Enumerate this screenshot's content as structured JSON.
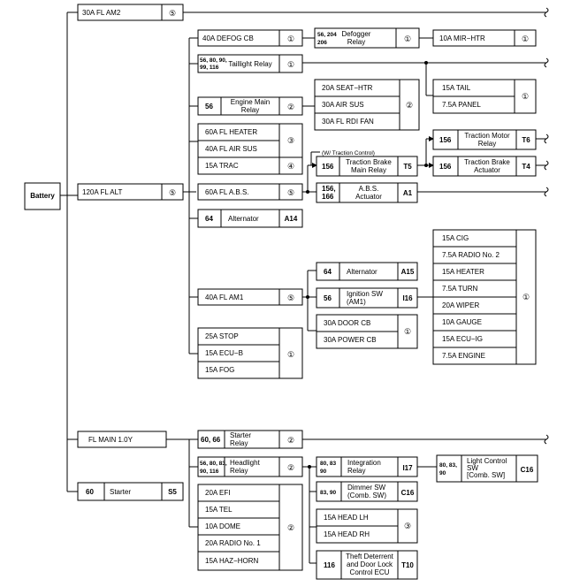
{
  "colors": {
    "line": "#000000",
    "background": "#ffffff"
  },
  "battery": "Battery",
  "am2": {
    "fuse": "30A FL AM2",
    "num": "⑤"
  },
  "defog": {
    "fuse": "40A DEFOG CB",
    "num": "①",
    "relay_code_1": "56, 204",
    "relay_code_2": "206",
    "relay_1": "Defogger",
    "relay_2": "Relay",
    "relay_num": "①",
    "mir": "10A MIR−HTR",
    "mir_num": "①"
  },
  "taillight": {
    "code_1": "56, 80, 90,",
    "code_2": "99, 116",
    "label": "Taillight Relay",
    "num": "①",
    "tail": "15A TAIL",
    "panel": "7.5A PANEL",
    "group_num": "①"
  },
  "engine_main": {
    "code": "56",
    "label_1": "Engine Main",
    "label_2": "Relay",
    "num": "②",
    "seat": "20A SEAT−HTR",
    "airsus": "30A AIR SUS",
    "rdi": "30A FL RDI FAN",
    "group_num": "②"
  },
  "heater_group": {
    "heater": "60A FL HEATER",
    "airsus": "40A FL AIR SUS",
    "num_3": "③",
    "trac": "15A TRAC",
    "num_4": "④"
  },
  "traction": {
    "note": "(W/ Traction Control)",
    "code": "156",
    "label_1": "Traction Brake",
    "label_2": "Main Relay",
    "conn": "T5",
    "motor_code": "156",
    "motor_1": "Traction Motor",
    "motor_2": "Relay",
    "motor_conn": "T6",
    "act_code": "156",
    "act_1": "Traction Brake",
    "act_2": "Actuator",
    "act_conn": "T4"
  },
  "alt": {
    "fuse": "120A FL ALT",
    "num": "⑤"
  },
  "abs": {
    "fuse": "60A FL A.B.S.",
    "num": "⑤",
    "code_1": "156,",
    "code_2": "166",
    "label_1": "A.B.S.",
    "label_2": "Actuator",
    "conn": "A1"
  },
  "alternator": {
    "code": "64",
    "label": "Alternator",
    "conn": "A14"
  },
  "am1": {
    "fuse": "40A FL AM1",
    "num": "⑤",
    "alt_code": "64",
    "alt_label": "Alternator",
    "alt_conn": "A15",
    "ign_code": "56",
    "ign_1": "Ignition SW",
    "ign_2": "(AM1)",
    "ign_conn": "I16",
    "door": "30A DOOR CB",
    "power": "30A POWER CB",
    "cb_num": "①"
  },
  "ign_fuses": {
    "items": [
      "15A CIG",
      "7.5A RADIO No. 2",
      "15A HEATER",
      "7.5A TURN",
      "20A WIPER",
      "10A GAUGE",
      "15A ECU−IG",
      "7.5A ENGINE"
    ],
    "num": "①"
  },
  "stop_group": {
    "stop": "25A STOP",
    "ecub": "15A ECU−B",
    "fog": "15A FOG",
    "num": "①"
  },
  "main": {
    "fuse": "FL MAIN 1.0Y"
  },
  "starter_relay": {
    "code": "60, 66",
    "label_1": "Starter",
    "label_2": "Relay",
    "num": "②"
  },
  "starter": {
    "code": "60",
    "label": "Starter",
    "conn": "S5"
  },
  "headlight": {
    "code_1": "56, 80, 83,",
    "code_2": "90, 116",
    "label_1": "Headlight",
    "label_2": "Relay",
    "num": "②",
    "integ_code_1": "80, 83",
    "integ_code_2": "90",
    "integ_1": "Integration",
    "integ_2": "Relay",
    "integ_conn": "I17",
    "light_code_1": "80, 83,",
    "light_code_2": "90",
    "light_1": "Light Control",
    "light_2": "SW",
    "light_3": "[Comb. SW]",
    "light_conn": "C16"
  },
  "dimmer": {
    "code": "83, 90",
    "label_1": "Dimmer SW",
    "label_2": "(Comb. SW)",
    "conn": "C16",
    "lh": "15A HEAD LH",
    "rh": "15A HEAD RH",
    "num": "③"
  },
  "efi_group": {
    "items": [
      "20A EFI",
      "15A TEL",
      "10A DOME",
      "20A RADIO No. 1",
      "15A HAZ−HORN"
    ],
    "num": "②"
  },
  "theft": {
    "code": "116",
    "label_1": "Theft Deterrent",
    "label_2": "and Door Lock",
    "label_3": "Control ECU",
    "conn": "T10"
  }
}
